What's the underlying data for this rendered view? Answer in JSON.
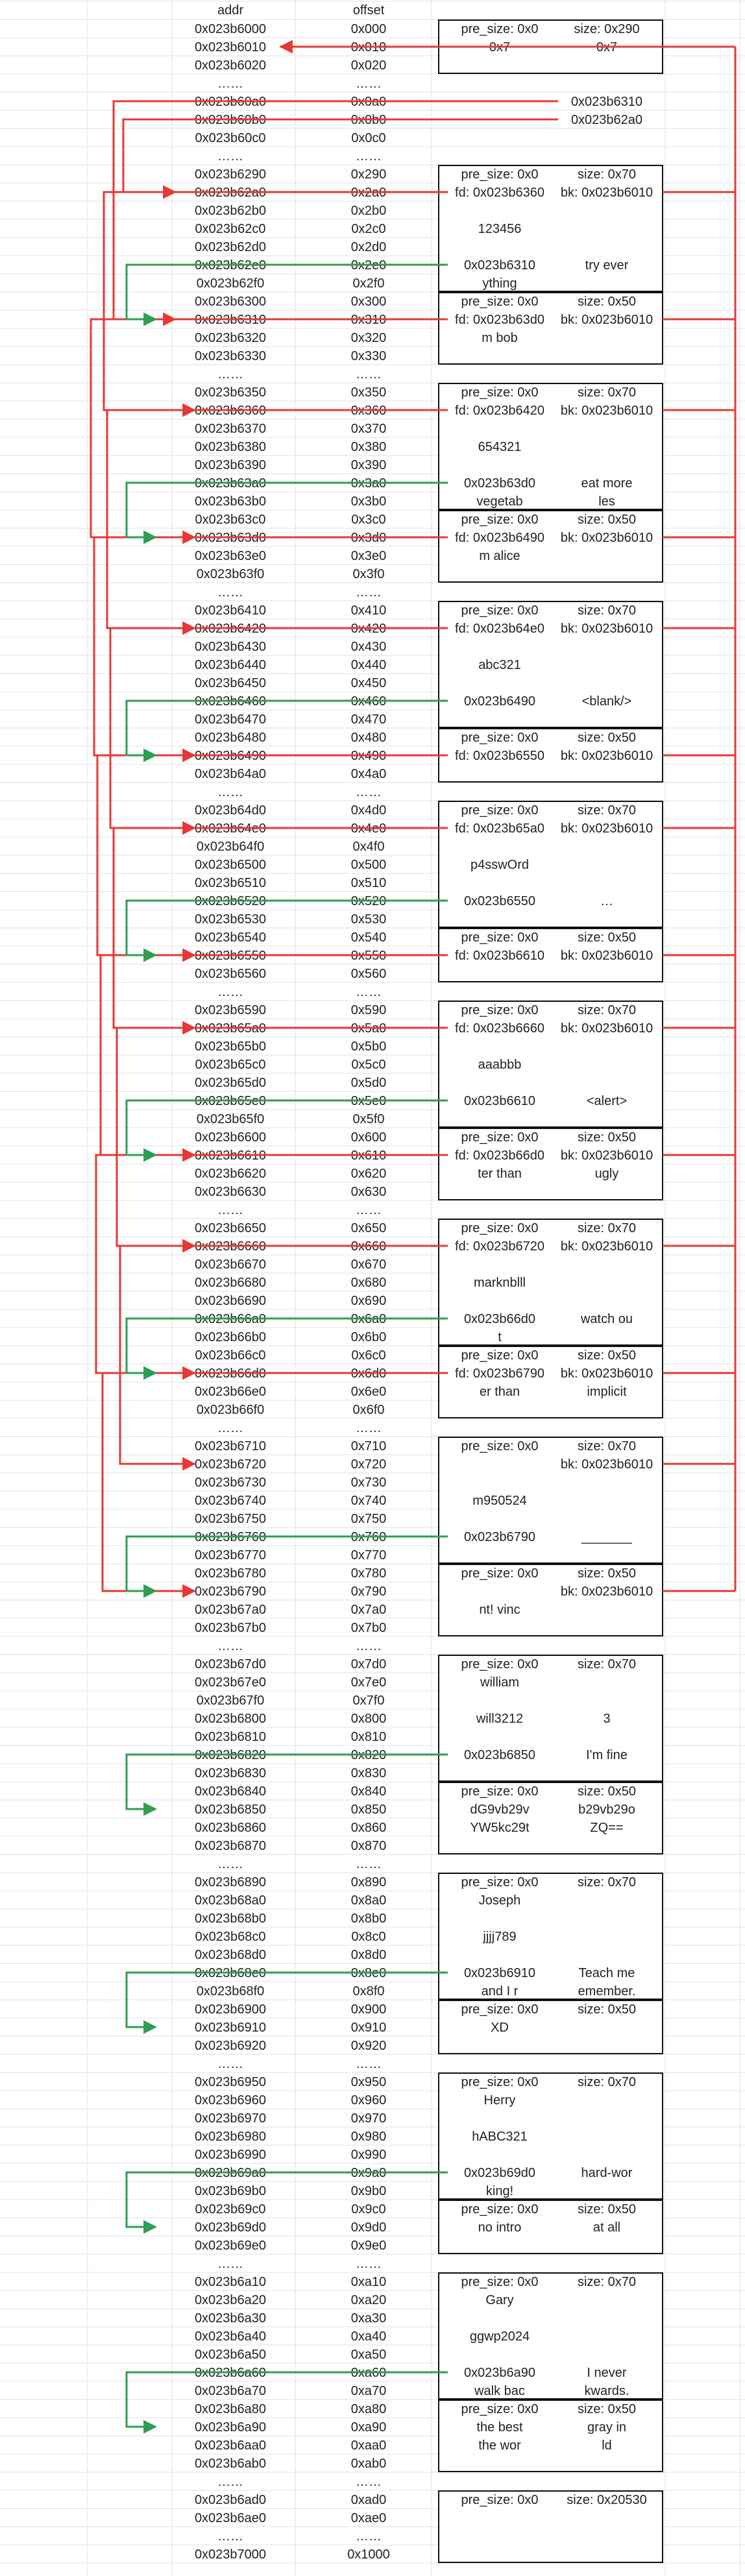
{
  "headers": {
    "addr": "addr",
    "offset": "offset"
  },
  "rows": [
    {
      "addr": "0x023b6000",
      "off": "0x000"
    },
    {
      "addr": "0x023b6010",
      "off": "0x010"
    },
    {
      "addr": "0x023b6020",
      "off": "0x020"
    },
    {
      "addr": "……",
      "off": "……"
    },
    {
      "addr": "0x023b60a0",
      "off": "0x0a0"
    },
    {
      "addr": "0x023b60b0",
      "off": "0x0b0"
    },
    {
      "addr": "0x023b60c0",
      "off": "0x0c0"
    },
    {
      "addr": "……",
      "off": "……"
    },
    {
      "addr": "0x023b6290",
      "off": "0x290"
    },
    {
      "addr": "0x023b62a0",
      "off": "0x2a0"
    },
    {
      "addr": "0x023b62b0",
      "off": "0x2b0"
    },
    {
      "addr": "0x023b62c0",
      "off": "0x2c0"
    },
    {
      "addr": "0x023b62d0",
      "off": "0x2d0"
    },
    {
      "addr": "0x023b62e0",
      "off": "0x2e0"
    },
    {
      "addr": "0x023b62f0",
      "off": "0x2f0"
    },
    {
      "addr": "0x023b6300",
      "off": "0x300"
    },
    {
      "addr": "0x023b6310",
      "off": "0x310"
    },
    {
      "addr": "0x023b6320",
      "off": "0x320"
    },
    {
      "addr": "0x023b6330",
      "off": "0x330"
    },
    {
      "addr": "……",
      "off": "……"
    },
    {
      "addr": "0x023b6350",
      "off": "0x350"
    },
    {
      "addr": "0x023b6360",
      "off": "0x360"
    },
    {
      "addr": "0x023b6370",
      "off": "0x370"
    },
    {
      "addr": "0x023b6380",
      "off": "0x380"
    },
    {
      "addr": "0x023b6390",
      "off": "0x390"
    },
    {
      "addr": "0x023b63a0",
      "off": "0x3a0"
    },
    {
      "addr": "0x023b63b0",
      "off": "0x3b0"
    },
    {
      "addr": "0x023b63c0",
      "off": "0x3c0"
    },
    {
      "addr": "0x023b63d0",
      "off": "0x3d0"
    },
    {
      "addr": "0x023b63e0",
      "off": "0x3e0"
    },
    {
      "addr": "0x023b63f0",
      "off": "0x3f0"
    },
    {
      "addr": "……",
      "off": "……"
    },
    {
      "addr": "0x023b6410",
      "off": "0x410"
    },
    {
      "addr": "0x023b6420",
      "off": "0x420"
    },
    {
      "addr": "0x023b6430",
      "off": "0x430"
    },
    {
      "addr": "0x023b6440",
      "off": "0x440"
    },
    {
      "addr": "0x023b6450",
      "off": "0x450"
    },
    {
      "addr": "0x023b6460",
      "off": "0x460"
    },
    {
      "addr": "0x023b6470",
      "off": "0x470"
    },
    {
      "addr": "0x023b6480",
      "off": "0x480"
    },
    {
      "addr": "0x023b6490",
      "off": "0x490"
    },
    {
      "addr": "0x023b64a0",
      "off": "0x4a0"
    },
    {
      "addr": "……",
      "off": "……"
    },
    {
      "addr": "0x023b64d0",
      "off": "0x4d0"
    },
    {
      "addr": "0x023b64e0",
      "off": "0x4e0"
    },
    {
      "addr": "0x023b64f0",
      "off": "0x4f0"
    },
    {
      "addr": "0x023b6500",
      "off": "0x500"
    },
    {
      "addr": "0x023b6510",
      "off": "0x510"
    },
    {
      "addr": "0x023b6520",
      "off": "0x520"
    },
    {
      "addr": "0x023b6530",
      "off": "0x530"
    },
    {
      "addr": "0x023b6540",
      "off": "0x540"
    },
    {
      "addr": "0x023b6550",
      "off": "0x550"
    },
    {
      "addr": "0x023b6560",
      "off": "0x560"
    },
    {
      "addr": "……",
      "off": "……"
    },
    {
      "addr": "0x023b6590",
      "off": "0x590"
    },
    {
      "addr": "0x023b65a0",
      "off": "0x5a0"
    },
    {
      "addr": "0x023b65b0",
      "off": "0x5b0"
    },
    {
      "addr": "0x023b65c0",
      "off": "0x5c0"
    },
    {
      "addr": "0x023b65d0",
      "off": "0x5d0"
    },
    {
      "addr": "0x023b65e0",
      "off": "0x5e0"
    },
    {
      "addr": "0x023b65f0",
      "off": "0x5f0"
    },
    {
      "addr": "0x023b6600",
      "off": "0x600"
    },
    {
      "addr": "0x023b6610",
      "off": "0x610"
    },
    {
      "addr": "0x023b6620",
      "off": "0x620"
    },
    {
      "addr": "0x023b6630",
      "off": "0x630"
    },
    {
      "addr": "……",
      "off": "……"
    },
    {
      "addr": "0x023b6650",
      "off": "0x650"
    },
    {
      "addr": "0x023b6660",
      "off": "0x660"
    },
    {
      "addr": "0x023b6670",
      "off": "0x670"
    },
    {
      "addr": "0x023b6680",
      "off": "0x680"
    },
    {
      "addr": "0x023b6690",
      "off": "0x690"
    },
    {
      "addr": "0x023b66a0",
      "off": "0x6a0"
    },
    {
      "addr": "0x023b66b0",
      "off": "0x6b0"
    },
    {
      "addr": "0x023b66c0",
      "off": "0x6c0"
    },
    {
      "addr": "0x023b66d0",
      "off": "0x6d0"
    },
    {
      "addr": "0x023b66e0",
      "off": "0x6e0"
    },
    {
      "addr": "0x023b66f0",
      "off": "0x6f0"
    },
    {
      "addr": "……",
      "off": "……"
    },
    {
      "addr": "0x023b6710",
      "off": "0x710"
    },
    {
      "addr": "0x023b6720",
      "off": "0x720"
    },
    {
      "addr": "0x023b6730",
      "off": "0x730"
    },
    {
      "addr": "0x023b6740",
      "off": "0x740"
    },
    {
      "addr": "0x023b6750",
      "off": "0x750"
    },
    {
      "addr": "0x023b6760",
      "off": "0x760"
    },
    {
      "addr": "0x023b6770",
      "off": "0x770"
    },
    {
      "addr": "0x023b6780",
      "off": "0x780"
    },
    {
      "addr": "0x023b6790",
      "off": "0x790"
    },
    {
      "addr": "0x023b67a0",
      "off": "0x7a0"
    },
    {
      "addr": "0x023b67b0",
      "off": "0x7b0"
    },
    {
      "addr": "……",
      "off": "……"
    },
    {
      "addr": "0x023b67d0",
      "off": "0x7d0"
    },
    {
      "addr": "0x023b67e0",
      "off": "0x7e0"
    },
    {
      "addr": "0x023b67f0",
      "off": "0x7f0"
    },
    {
      "addr": "0x023b6800",
      "off": "0x800"
    },
    {
      "addr": "0x023b6810",
      "off": "0x810"
    },
    {
      "addr": "0x023b6820",
      "off": "0x820"
    },
    {
      "addr": "0x023b6830",
      "off": "0x830"
    },
    {
      "addr": "0x023b6840",
      "off": "0x840"
    },
    {
      "addr": "0x023b6850",
      "off": "0x850"
    },
    {
      "addr": "0x023b6860",
      "off": "0x860"
    },
    {
      "addr": "0x023b6870",
      "off": "0x870"
    },
    {
      "addr": "……",
      "off": "……"
    },
    {
      "addr": "0x023b6890",
      "off": "0x890"
    },
    {
      "addr": "0x023b68a0",
      "off": "0x8a0"
    },
    {
      "addr": "0x023b68b0",
      "off": "0x8b0"
    },
    {
      "addr": "0x023b68c0",
      "off": "0x8c0"
    },
    {
      "addr": "0x023b68d0",
      "off": "0x8d0"
    },
    {
      "addr": "0x023b68e0",
      "off": "0x8e0"
    },
    {
      "addr": "0x023b68f0",
      "off": "0x8f0"
    },
    {
      "addr": "0x023b6900",
      "off": "0x900"
    },
    {
      "addr": "0x023b6910",
      "off": "0x910"
    },
    {
      "addr": "0x023b6920",
      "off": "0x920"
    },
    {
      "addr": "……",
      "off": "……"
    },
    {
      "addr": "0x023b6950",
      "off": "0x950"
    },
    {
      "addr": "0x023b6960",
      "off": "0x960"
    },
    {
      "addr": "0x023b6970",
      "off": "0x970"
    },
    {
      "addr": "0x023b6980",
      "off": "0x980"
    },
    {
      "addr": "0x023b6990",
      "off": "0x990"
    },
    {
      "addr": "0x023b69a0",
      "off": "0x9a0"
    },
    {
      "addr": "0x023b69b0",
      "off": "0x9b0"
    },
    {
      "addr": "0x023b69c0",
      "off": "0x9c0"
    },
    {
      "addr": "0x023b69d0",
      "off": "0x9d0"
    },
    {
      "addr": "0x023b69e0",
      "off": "0x9e0"
    },
    {
      "addr": "……",
      "off": "……"
    },
    {
      "addr": "0x023b6a10",
      "off": "0xa10"
    },
    {
      "addr": "0x023b6a20",
      "off": "0xa20"
    },
    {
      "addr": "0x023b6a30",
      "off": "0xa30"
    },
    {
      "addr": "0x023b6a40",
      "off": "0xa40"
    },
    {
      "addr": "0x023b6a50",
      "off": "0xa50"
    },
    {
      "addr": "0x023b6a60",
      "off": "0xa60"
    },
    {
      "addr": "0x023b6a70",
      "off": "0xa70"
    },
    {
      "addr": "0x023b6a80",
      "off": "0xa80"
    },
    {
      "addr": "0x023b6a90",
      "off": "0xa90"
    },
    {
      "addr": "0x023b6aa0",
      "off": "0xaa0"
    },
    {
      "addr": "0x023b6ab0",
      "off": "0xab0"
    },
    {
      "addr": "……",
      "off": "……"
    },
    {
      "addr": "0x023b6ad0",
      "off": "0xad0"
    },
    {
      "addr": "0x023b6ae0",
      "off": "0xae0"
    },
    {
      "addr": "……",
      "off": "……"
    },
    {
      "addr": "0x023b7000",
      "off": "0x1000"
    }
  ],
  "chunk_texts": [
    {
      "r": 0,
      "c": "L",
      "t": "pre_size: 0x0"
    },
    {
      "r": 0,
      "c": "R",
      "t": "size: 0x290"
    },
    {
      "r": 1,
      "c": "L",
      "t": "0x7"
    },
    {
      "r": 1,
      "c": "R",
      "t": "0x7"
    },
    {
      "r": 4,
      "c": "R",
      "t": "0x023b6310"
    },
    {
      "r": 5,
      "c": "R",
      "t": "0x023b62a0"
    },
    {
      "r": 8,
      "c": "L",
      "t": "pre_size: 0x0"
    },
    {
      "r": 8,
      "c": "R",
      "t": "size: 0x70"
    },
    {
      "r": 9,
      "c": "L",
      "t": "fd: 0x023b6360"
    },
    {
      "r": 9,
      "c": "R",
      "t": "bk: 0x023b6010"
    },
    {
      "r": 11,
      "c": "M",
      "t": "123456"
    },
    {
      "r": 13,
      "c": "L",
      "t": "0x023b6310"
    },
    {
      "r": 13,
      "c": "R",
      "t": "try ever"
    },
    {
      "r": 14,
      "c": "L",
      "t": "ything"
    },
    {
      "r": 15,
      "c": "L",
      "t": "pre_size: 0x0"
    },
    {
      "r": 15,
      "c": "R",
      "t": "size: 0x50"
    },
    {
      "r": 16,
      "c": "L",
      "t": "fd: 0x023b63d0"
    },
    {
      "r": 16,
      "c": "R",
      "t": "bk: 0x023b6010"
    },
    {
      "r": 17,
      "c": "L",
      "t": "m bob"
    },
    {
      "r": 20,
      "c": "L",
      "t": "pre_size: 0x0"
    },
    {
      "r": 20,
      "c": "R",
      "t": "size: 0x70"
    },
    {
      "r": 21,
      "c": "L",
      "t": "fd: 0x023b6420"
    },
    {
      "r": 21,
      "c": "R",
      "t": "bk: 0x023b6010"
    },
    {
      "r": 23,
      "c": "M",
      "t": "654321"
    },
    {
      "r": 25,
      "c": "L",
      "t": "0x023b63d0"
    },
    {
      "r": 25,
      "c": "R",
      "t": "eat more"
    },
    {
      "r": 26,
      "c": "L",
      "t": "vegetab"
    },
    {
      "r": 26,
      "c": "R",
      "t": "les"
    },
    {
      "r": 27,
      "c": "L",
      "t": "pre_size: 0x0"
    },
    {
      "r": 27,
      "c": "R",
      "t": "size: 0x50"
    },
    {
      "r": 28,
      "c": "L",
      "t": "fd: 0x023b6490"
    },
    {
      "r": 28,
      "c": "R",
      "t": "bk: 0x023b6010"
    },
    {
      "r": 29,
      "c": "L",
      "t": "m alice"
    },
    {
      "r": 32,
      "c": "L",
      "t": "pre_size: 0x0"
    },
    {
      "r": 32,
      "c": "R",
      "t": "size: 0x70"
    },
    {
      "r": 33,
      "c": "L",
      "t": "fd: 0x023b64e0"
    },
    {
      "r": 33,
      "c": "R",
      "t": "bk: 0x023b6010"
    },
    {
      "r": 35,
      "c": "M",
      "t": "abc321"
    },
    {
      "r": 37,
      "c": "L",
      "t": "0x023b6490"
    },
    {
      "r": 37,
      "c": "R",
      "t": "<blank/>"
    },
    {
      "r": 39,
      "c": "L",
      "t": "pre_size: 0x0"
    },
    {
      "r": 39,
      "c": "R",
      "t": "size: 0x50"
    },
    {
      "r": 40,
      "c": "L",
      "t": "fd: 0x023b6550"
    },
    {
      "r": 40,
      "c": "R",
      "t": "bk: 0x023b6010"
    },
    {
      "r": 43,
      "c": "L",
      "t": "pre_size: 0x0"
    },
    {
      "r": 43,
      "c": "R",
      "t": "size: 0x70"
    },
    {
      "r": 44,
      "c": "L",
      "t": "fd: 0x023b65a0"
    },
    {
      "r": 44,
      "c": "R",
      "t": "bk: 0x023b6010"
    },
    {
      "r": 46,
      "c": "M",
      "t": "p4sswOrd"
    },
    {
      "r": 48,
      "c": "L",
      "t": "0x023b6550"
    },
    {
      "r": 48,
      "c": "R",
      "t": "…"
    },
    {
      "r": 50,
      "c": "L",
      "t": "pre_size: 0x0"
    },
    {
      "r": 50,
      "c": "R",
      "t": "size: 0x50"
    },
    {
      "r": 51,
      "c": "L",
      "t": "fd: 0x023b6610"
    },
    {
      "r": 51,
      "c": "R",
      "t": "bk: 0x023b6010"
    },
    {
      "r": 54,
      "c": "L",
      "t": "pre_size: 0x0"
    },
    {
      "r": 54,
      "c": "R",
      "t": "size: 0x70"
    },
    {
      "r": 55,
      "c": "L",
      "t": "fd: 0x023b6660"
    },
    {
      "r": 55,
      "c": "R",
      "t": "bk: 0x023b6010"
    },
    {
      "r": 57,
      "c": "M",
      "t": "aaabbb"
    },
    {
      "r": 59,
      "c": "L",
      "t": "0x023b6610"
    },
    {
      "r": 59,
      "c": "R",
      "t": "<alert>"
    },
    {
      "r": 61,
      "c": "L",
      "t": "pre_size: 0x0"
    },
    {
      "r": 61,
      "c": "R",
      "t": "size: 0x50"
    },
    {
      "r": 62,
      "c": "L",
      "t": "fd: 0x023b66d0"
    },
    {
      "r": 62,
      "c": "R",
      "t": "bk: 0x023b6010"
    },
    {
      "r": 63,
      "c": "L",
      "t": "ter than"
    },
    {
      "r": 63,
      "c": "R",
      "t": "ugly"
    },
    {
      "r": 66,
      "c": "L",
      "t": "pre_size: 0x0"
    },
    {
      "r": 66,
      "c": "R",
      "t": "size: 0x70"
    },
    {
      "r": 67,
      "c": "L",
      "t": "fd: 0x023b6720"
    },
    {
      "r": 67,
      "c": "R",
      "t": "bk: 0x023b6010"
    },
    {
      "r": 69,
      "c": "M",
      "t": "marknblll"
    },
    {
      "r": 71,
      "c": "L",
      "t": "0x023b66d0"
    },
    {
      "r": 71,
      "c": "R",
      "t": "watch ou"
    },
    {
      "r": 72,
      "c": "L",
      "t": "t"
    },
    {
      "r": 73,
      "c": "L",
      "t": "pre_size: 0x0"
    },
    {
      "r": 73,
      "c": "R",
      "t": "size: 0x50"
    },
    {
      "r": 74,
      "c": "L",
      "t": "fd: 0x023b6790"
    },
    {
      "r": 74,
      "c": "R",
      "t": "bk: 0x023b6010"
    },
    {
      "r": 75,
      "c": "L",
      "t": "er than"
    },
    {
      "r": 75,
      "c": "R",
      "t": "implicit"
    },
    {
      "r": 78,
      "c": "L",
      "t": "pre_size: 0x0"
    },
    {
      "r": 78,
      "c": "R",
      "t": "size: 0x70"
    },
    {
      "r": 79,
      "c": "R",
      "t": "bk: 0x023b6010"
    },
    {
      "r": 81,
      "c": "M",
      "t": "m950524"
    },
    {
      "r": 83,
      "c": "L",
      "t": "0x023b6790"
    },
    {
      "r": 83,
      "c": "R",
      "t": "_______"
    },
    {
      "r": 85,
      "c": "L",
      "t": "pre_size: 0x0"
    },
    {
      "r": 85,
      "c": "R",
      "t": "size: 0x50"
    },
    {
      "r": 86,
      "c": "R",
      "t": "bk: 0x023b6010"
    },
    {
      "r": 87,
      "c": "M",
      "t": "nt! vinc"
    },
    {
      "r": 90,
      "c": "L",
      "t": "pre_size: 0x0"
    },
    {
      "r": 90,
      "c": "R",
      "t": "size: 0x70"
    },
    {
      "r": 91,
      "c": "L",
      "t": "william"
    },
    {
      "r": 93,
      "c": "L",
      "t": "will3212"
    },
    {
      "r": 93,
      "c": "R",
      "t": "3"
    },
    {
      "r": 95,
      "c": "L",
      "t": "0x023b6850"
    },
    {
      "r": 95,
      "c": "R",
      "t": "I'm fine"
    },
    {
      "r": 97,
      "c": "L",
      "t": "pre_size: 0x0"
    },
    {
      "r": 97,
      "c": "R",
      "t": "size: 0x50"
    },
    {
      "r": 98,
      "c": "L",
      "t": "dG9vb29v"
    },
    {
      "r": 98,
      "c": "R",
      "t": "b29vb29o"
    },
    {
      "r": 99,
      "c": "L",
      "t": "YW5kc29t"
    },
    {
      "r": 99,
      "c": "R",
      "t": "ZQ=="
    },
    {
      "r": 102,
      "c": "L",
      "t": "pre_size: 0x0"
    },
    {
      "r": 102,
      "c": "R",
      "t": "size: 0x70"
    },
    {
      "r": 103,
      "c": "L",
      "t": "Joseph"
    },
    {
      "r": 105,
      "c": "L",
      "t": "jjjj789"
    },
    {
      "r": 107,
      "c": "L",
      "t": "0x023b6910"
    },
    {
      "r": 107,
      "c": "R",
      "t": "Teach me"
    },
    {
      "r": 108,
      "c": "L",
      "t": "and I r"
    },
    {
      "r": 108,
      "c": "R",
      "t": "emember."
    },
    {
      "r": 109,
      "c": "L",
      "t": "pre_size: 0x0"
    },
    {
      "r": 109,
      "c": "R",
      "t": "size: 0x50"
    },
    {
      "r": 110,
      "c": "L",
      "t": "XD"
    },
    {
      "r": 113,
      "c": "L",
      "t": "pre_size: 0x0"
    },
    {
      "r": 113,
      "c": "R",
      "t": "size: 0x70"
    },
    {
      "r": 114,
      "c": "L",
      "t": "Herry"
    },
    {
      "r": 116,
      "c": "L",
      "t": "hABC321"
    },
    {
      "r": 118,
      "c": "L",
      "t": "0x023b69d0"
    },
    {
      "r": 118,
      "c": "R",
      "t": "hard-wor"
    },
    {
      "r": 119,
      "c": "L",
      "t": "king!"
    },
    {
      "r": 120,
      "c": "L",
      "t": "pre_size: 0x0"
    },
    {
      "r": 120,
      "c": "R",
      "t": "size: 0x50"
    },
    {
      "r": 121,
      "c": "L",
      "t": "no intro"
    },
    {
      "r": 121,
      "c": "R",
      "t": "at all"
    },
    {
      "r": 124,
      "c": "L",
      "t": "pre_size: 0x0"
    },
    {
      "r": 124,
      "c": "R",
      "t": "size: 0x70"
    },
    {
      "r": 125,
      "c": "L",
      "t": "Gary"
    },
    {
      "r": 127,
      "c": "L",
      "t": "ggwp2024"
    },
    {
      "r": 129,
      "c": "L",
      "t": "0x023b6a90"
    },
    {
      "r": 129,
      "c": "R",
      "t": "I never"
    },
    {
      "r": 130,
      "c": "L",
      "t": "walk bac"
    },
    {
      "r": 130,
      "c": "R",
      "t": "kwards."
    },
    {
      "r": 131,
      "c": "L",
      "t": "pre_size: 0x0"
    },
    {
      "r": 131,
      "c": "R",
      "t": "size: 0x50"
    },
    {
      "r": 132,
      "c": "L",
      "t": "the best"
    },
    {
      "r": 132,
      "c": "R",
      "t": "gray in"
    },
    {
      "r": 133,
      "c": "L",
      "t": "the wor"
    },
    {
      "r": 133,
      "c": "R",
      "t": "ld"
    },
    {
      "r": 136,
      "c": "L",
      "t": "pre_size: 0x0"
    },
    {
      "r": 136,
      "c": "R",
      "t": "size: 0x20530"
    },
    {
      "r": 139,
      "c": "L",
      "t": ""
    }
  ],
  "colors": {
    "red": "#e53935",
    "green": "#2e9e52",
    "line": "#111111",
    "grid": "#e2e2e2"
  }
}
